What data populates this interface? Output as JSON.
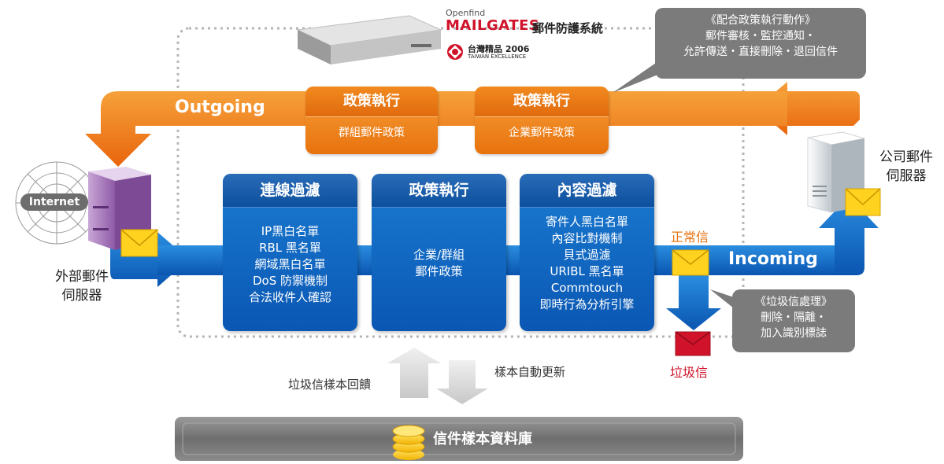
{
  "brand": {
    "openfind": "Openfind",
    "mailgates": "MAILGATES",
    "product": "郵件防護系統",
    "award": "台灣精品 2006",
    "award_en": "TAIWAN EXCELLENCE"
  },
  "policy_bubble": {
    "title": "《配合政策執行動作》",
    "line1": "郵件審核・監控通知・",
    "line2": "允許傳送・直接刪除・退回信件"
  },
  "outgoing": {
    "label": "Outgoing",
    "box1": {
      "title": "政策執行",
      "sub": "群組郵件政策"
    },
    "box2": {
      "title": "政策執行",
      "sub": "企業郵件政策"
    }
  },
  "external_server": {
    "internet": "Internet",
    "line1": "外部郵件",
    "line2": "伺服器"
  },
  "company_server": {
    "line1": "公司郵件",
    "line2": "伺服器"
  },
  "incoming": {
    "label": "Incoming",
    "connection": {
      "title": "連線過濾",
      "items": [
        "IP黑白名單",
        "RBL 黑名單",
        "網域黑白名單",
        "DoS 防禦機制",
        "合法收件人確認"
      ]
    },
    "policy": {
      "title": "政策執行",
      "items": [
        "企業/群組",
        "郵件政策"
      ]
    },
    "content": {
      "title": "內容過濾",
      "items": [
        "寄件人黑白名單",
        "內容比對機制",
        "貝式過濾",
        "URIBL 黑名單",
        "Commtouch",
        "即時行為分析引擎"
      ]
    }
  },
  "normal_mail": "正常信",
  "spam_mail": "垃圾信",
  "spam_bubble": {
    "title": "《垃圾信處理》",
    "line1": "刪除・隔離・",
    "line2": "加入識別標誌"
  },
  "feedback": "垃圾信樣本回饋",
  "auto_update": "樣本自動更新",
  "database": "信件樣本資料庫",
  "colors": {
    "orange": "#ef7a14",
    "blue": "#0d63c0",
    "red": "#d0132a",
    "grey": "#7b7b7b"
  }
}
